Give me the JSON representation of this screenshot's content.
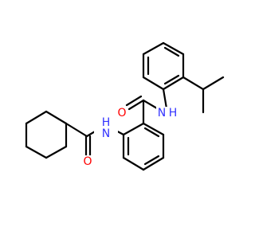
{
  "molecule": {
    "atoms": [
      {
        "id": "N1",
        "text": "N",
        "color": "#3333ff"
      },
      {
        "id": "O1",
        "text": "O",
        "color": "#ff0000"
      },
      {
        "id": "N2",
        "text": "N",
        "color": "#3333ff"
      },
      {
        "id": "O2",
        "text": "O",
        "color": "#ff0000"
      }
    ],
    "h_labels": [
      {
        "id": "N1-H",
        "text": "H",
        "color": "#3333ff"
      },
      {
        "id": "N2-H",
        "text": "H",
        "color": "#3333ff"
      }
    ]
  }
}
